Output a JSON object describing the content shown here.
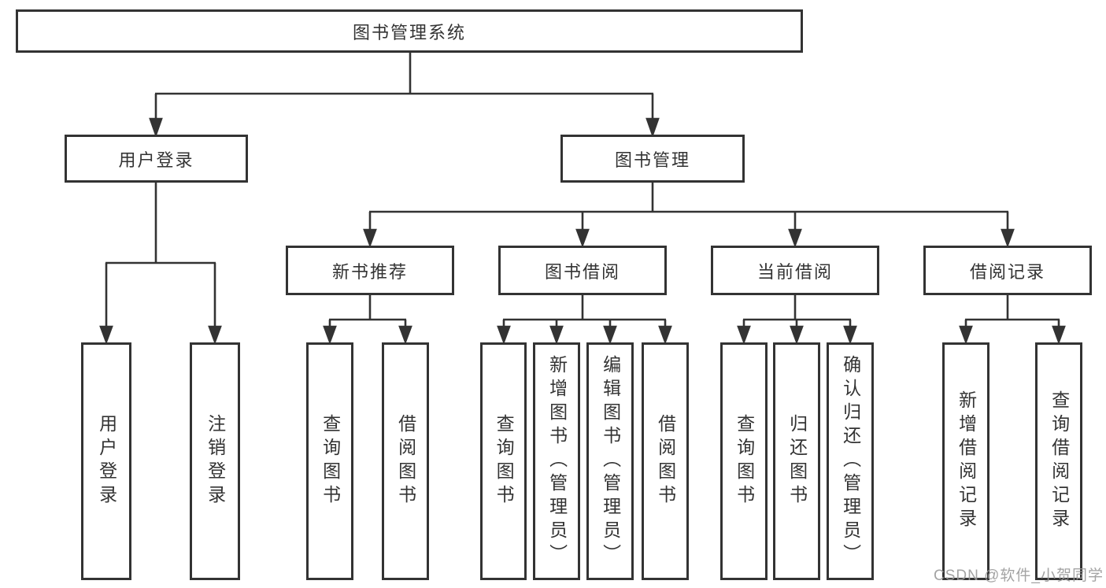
{
  "diagram_title": "图书管理系统",
  "tree": {
    "label": "图书管理系统",
    "children": [
      {
        "label": "用户登录",
        "children": [
          "用户登录",
          "注销登录"
        ]
      },
      {
        "label": "图书管理",
        "children": [
          {
            "label": "新书推荐",
            "children": [
              "查询图书",
              "借阅图书"
            ]
          },
          {
            "label": "图书借阅",
            "children": [
              "查询图书",
              "新增图书（管理员）",
              "编辑图书（管理员）",
              "借阅图书"
            ]
          },
          {
            "label": "当前借阅",
            "children": [
              "查询图书",
              "归还图书",
              "确认归还（管理员）"
            ]
          },
          {
            "label": "借阅记录",
            "children": [
              "新增借阅记录",
              "查询借阅记录"
            ]
          }
        ]
      }
    ]
  },
  "watermark": {
    "text": "CSDN @软件_小贺同学"
  },
  "colors": {
    "line": "#333333",
    "box_border": "#333333",
    "text": "#333333",
    "watermark": "#9a9a9a",
    "background": "#ffffff"
  }
}
